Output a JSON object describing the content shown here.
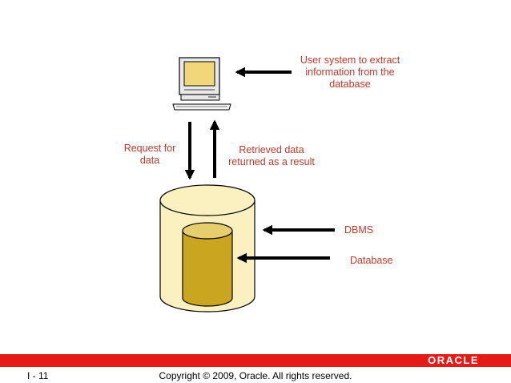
{
  "labels": {
    "user_system": "User system to extract information from the database",
    "request": "Request for data",
    "retrieved": "Retrieved data returned as a result",
    "dbms": "DBMS",
    "database": "Database"
  },
  "footer": {
    "page_number": "I - 11",
    "copyright": "Copyright © 2009, Oracle. All rights reserved.",
    "logo_text": "ORACLE"
  },
  "colors": {
    "label_text": "#c0392b",
    "dbms_cylinder": "#faf0c0",
    "database_cylinder": "#c9a520",
    "footer_bar": "#e41b17"
  },
  "icons": {
    "computer": "computer-icon"
  }
}
